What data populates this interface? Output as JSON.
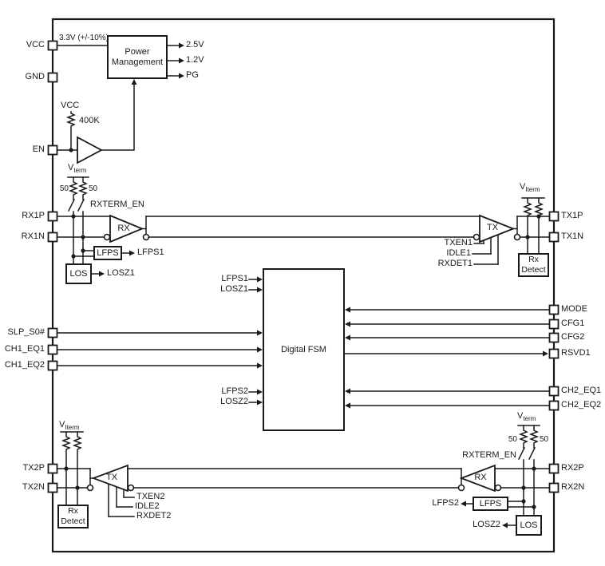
{
  "chip": {
    "pins_left": [
      "VCC",
      "GND",
      "EN",
      "RX1P",
      "RX1N",
      "SLP_S0#",
      "CH1_EQ1",
      "CH1_EQ2",
      "TX2P",
      "TX2N"
    ],
    "pins_right": [
      "TX1P",
      "TX1N",
      "MODE",
      "CFG1",
      "CFG2",
      "RSVD1",
      "CH2_EQ1",
      "CH2_EQ2",
      "RX2P",
      "RX2N"
    ]
  },
  "power": {
    "supply_label": "3.3V (+/-10%)",
    "block_label": "Power Management",
    "out_2v5": "2.5V",
    "out_1v2": "1.2V",
    "out_pg": "PG"
  },
  "enable": {
    "pullup_rail": "VCC",
    "pullup_value": "400K"
  },
  "fsm": {
    "label": "Digital FSM",
    "in_lfps1": "LFPS1",
    "in_losz1": "LOSZ1",
    "in_lfps2": "LFPS2",
    "in_losz2": "LOSZ2"
  },
  "ch1": {
    "rx": {
      "rail_v": "V",
      "rail_sub": "term",
      "r_left": "50",
      "r_right": "50",
      "switch_label": "RXTERM_EN",
      "amp": "RX",
      "lfps_block": "LFPS",
      "lfps_out": "LFPS1",
      "los_block": "LOS",
      "los_out": "LOSZ1"
    },
    "tx": {
      "amp": "TX",
      "en": "TXEN1",
      "idle": "IDLE1",
      "rxdet": "RXDET1",
      "rail_v": "V",
      "rail_sub": "Iterm",
      "detect_l1": "Rx",
      "detect_l2": "Detect"
    }
  },
  "ch2": {
    "tx": {
      "amp": "TX",
      "en": "TXEN2",
      "idle": "IDLE2",
      "rxdet": "RXDET2",
      "rail_v": "V",
      "rail_sub": "Iterm",
      "detect_l1": "Rx",
      "detect_l2": "Detect"
    },
    "rx": {
      "rail_v": "V",
      "rail_sub": "term",
      "r_left": "50",
      "r_right": "50",
      "switch_label": "RXTERM_EN",
      "amp": "RX",
      "lfps_block": "LFPS",
      "lfps_out": "LFPS2",
      "los_block": "LOS",
      "los_out": "LOSZ2"
    }
  }
}
